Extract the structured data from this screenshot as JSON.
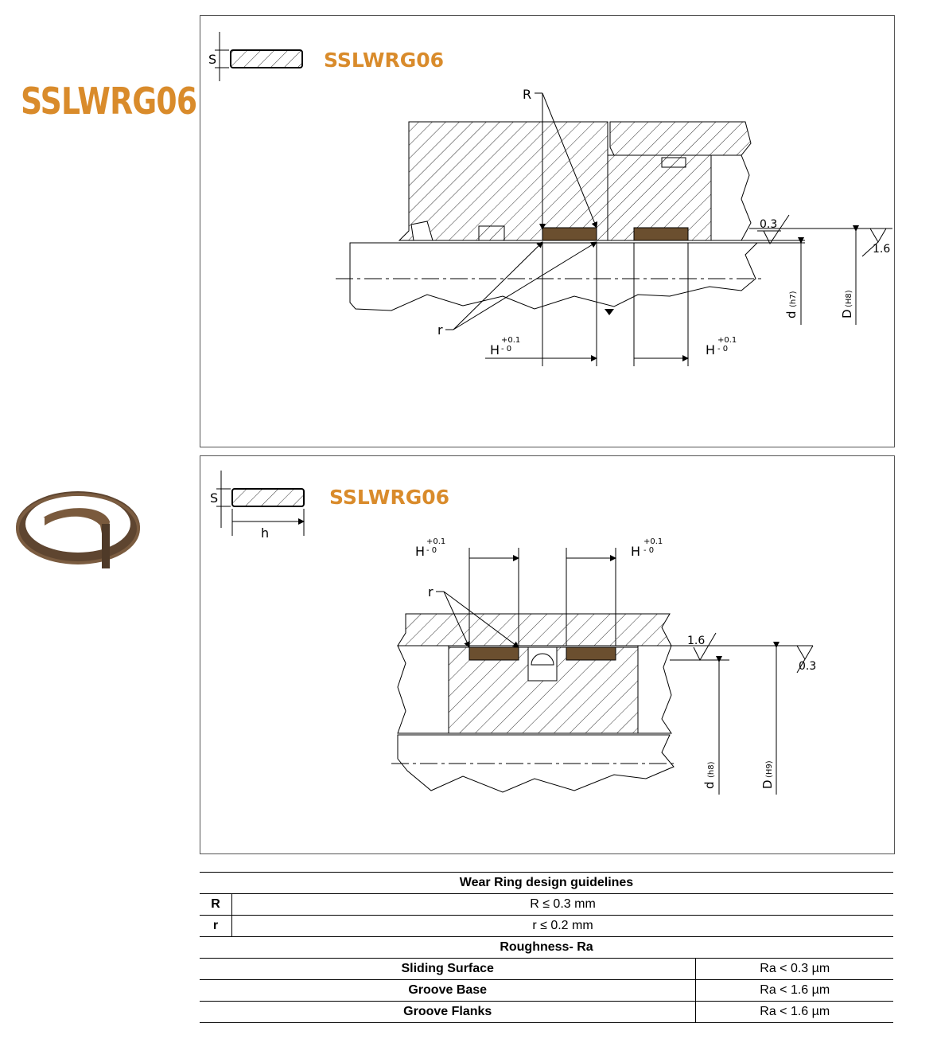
{
  "brand": {
    "name": "SSLWRG06",
    "color": "#d98b2b"
  },
  "ring_color": "#6b4f2f",
  "piston": {
    "title": "SSLWRG06",
    "section_label": "S",
    "R_label": "R",
    "r_label": "r",
    "roughness_left": "0.3",
    "roughness_right": "1.6",
    "tol_upper": "+0.1",
    "tol_lower": "- 0",
    "H_label": "H",
    "d_label": "d",
    "d_fit": "(h7)",
    "D_label": "D",
    "D_fit": "(H8)"
  },
  "rod": {
    "title": "SSLWRG06",
    "section_label": "S",
    "width_label": "h",
    "r_label": "r",
    "tol_upper": "+0.1",
    "tol_lower": "- 0",
    "H_label": "H",
    "roughness_left": "1.6",
    "roughness_right": "0.3",
    "d_label": "d",
    "d_fit": "(h8)",
    "D_label": "D",
    "D_fit": "(H9)"
  },
  "guidelines": {
    "title": "Wear Ring design guidelines",
    "rows": [
      {
        "symbol": "R",
        "value": "R ≤ 0.3 mm"
      },
      {
        "symbol": "r",
        "value": "r  ≤ 0.2 mm"
      }
    ],
    "roughness_title": "Roughness- Ra",
    "roughness": [
      {
        "surface": "Sliding Surface",
        "value": "Ra < 0.3 µm"
      },
      {
        "surface": "Groove Base",
        "value": "Ra < 1.6 µm"
      },
      {
        "surface": "Groove Flanks",
        "value": "Ra < 1.6 µm"
      }
    ]
  }
}
